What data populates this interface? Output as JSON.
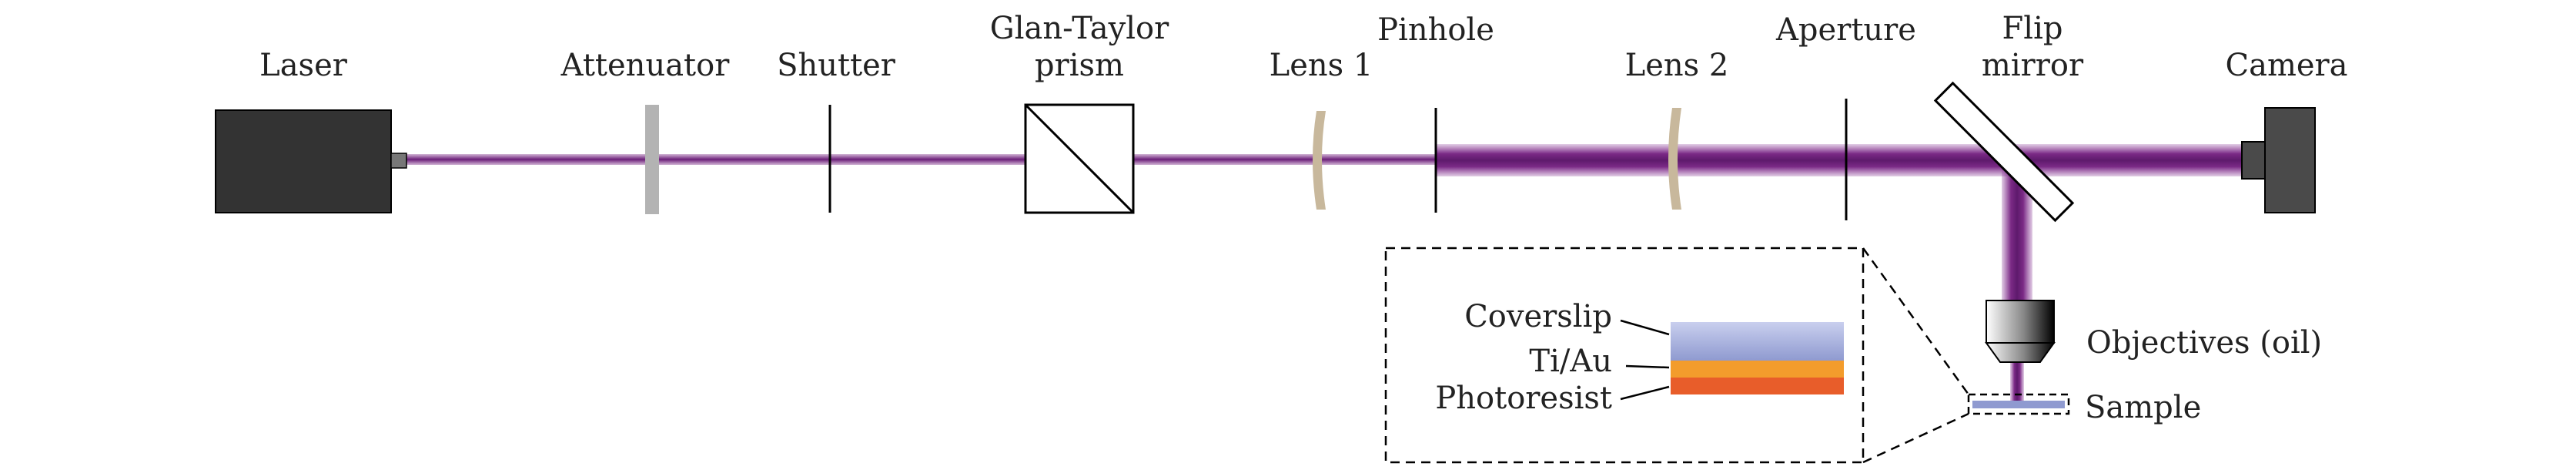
{
  "labels": {
    "laser": "Laser",
    "attenuator": "Attenuator",
    "shutter": "Shutter",
    "glan_line1": "Glan-Taylor",
    "glan_line2": "prism",
    "lens1": "Lens 1",
    "pinhole": "Pinhole",
    "lens2": "Lens 2",
    "aperture": "Aperture",
    "flip_line1": "Flip",
    "flip_line2": "mirror",
    "camera": "Camera",
    "objectives": "Objectives (oil)",
    "sample": "Sample",
    "coverslip": "Coverslip",
    "tiau": "Ti/Au",
    "photoresist": "Photoresist"
  },
  "colors": {
    "beam": "#7b2a86",
    "device_fill": "#333333",
    "camera_fill": "#4a4a4a",
    "attenuator": "#b3b3b3",
    "lens": "#c8b89c",
    "coverslip_top": "#a5b0dc",
    "tiau": "#f39c2c",
    "photoresist": "#e85d2a"
  }
}
